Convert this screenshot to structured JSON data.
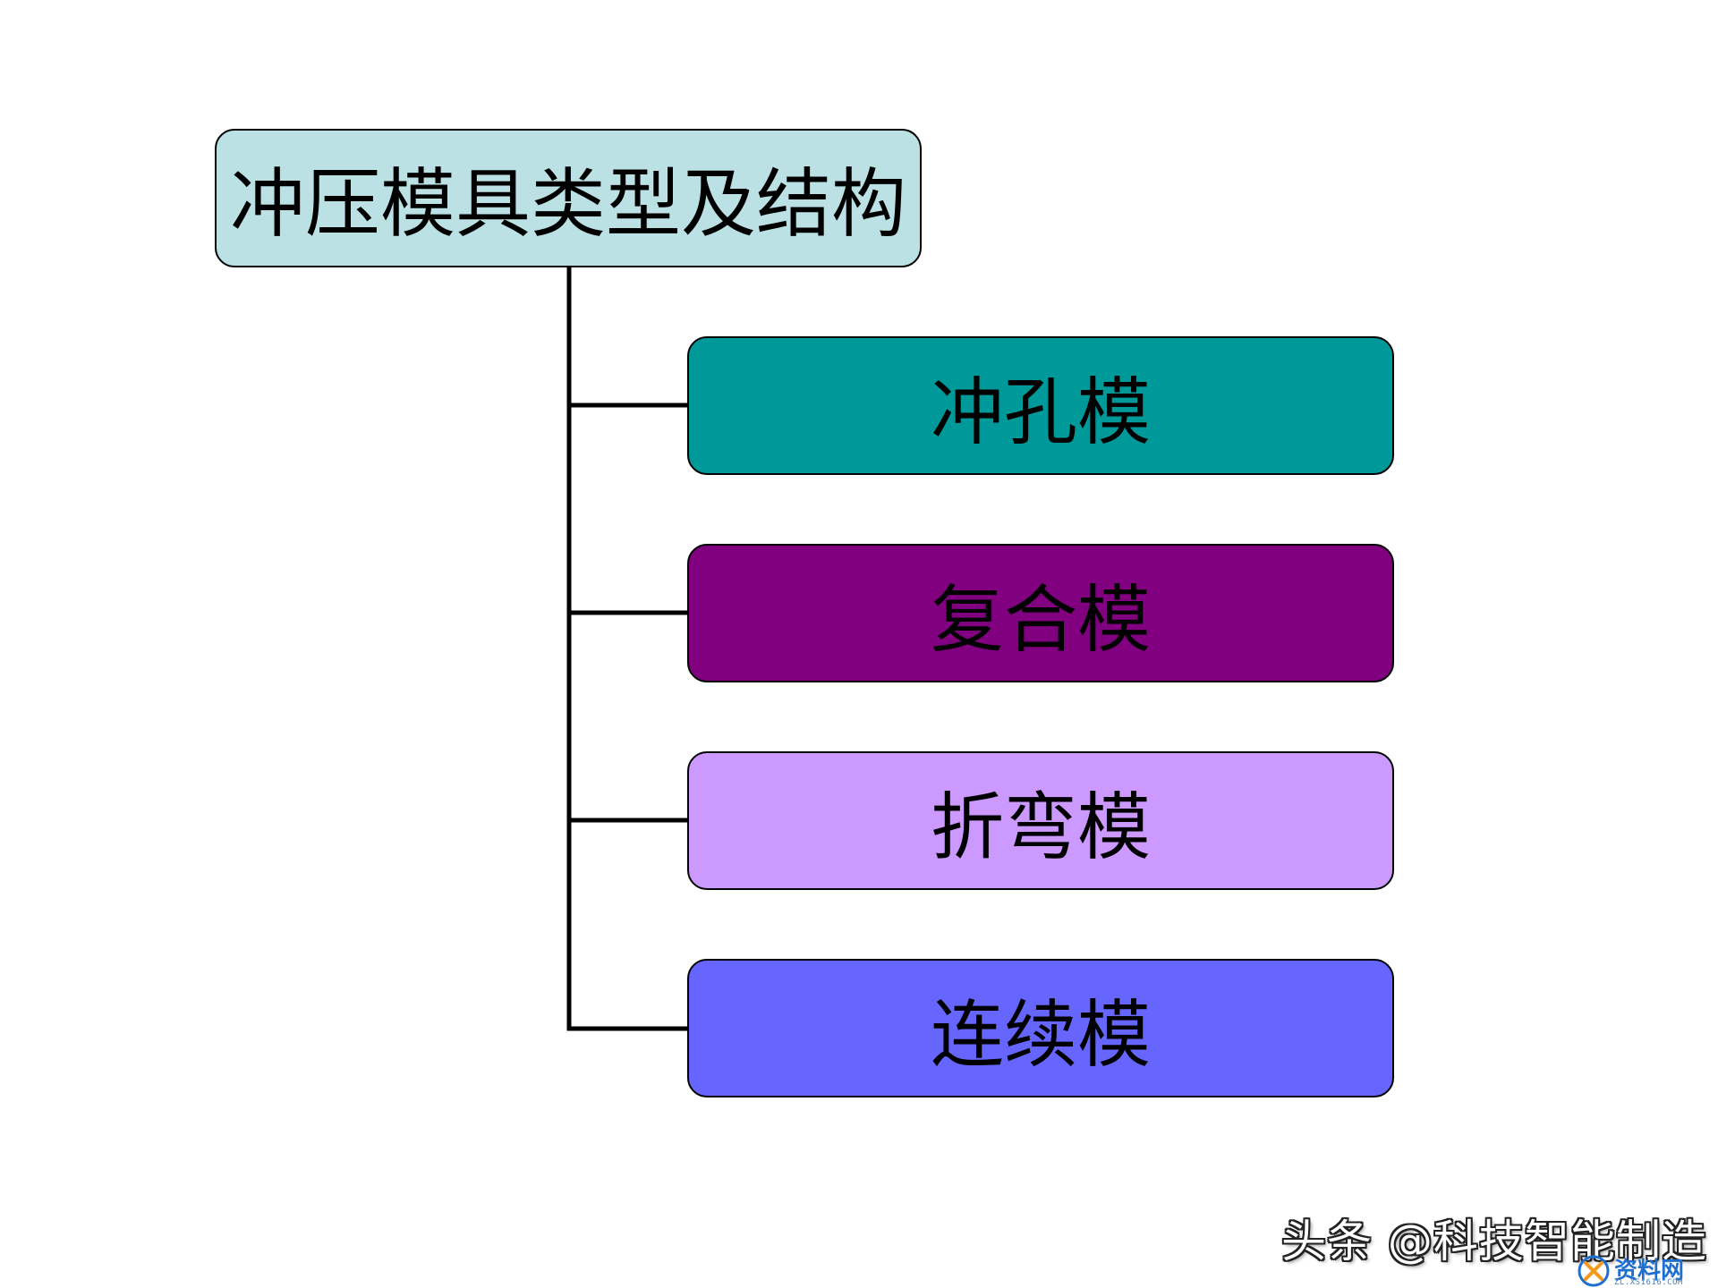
{
  "diagram": {
    "root": {
      "label": "冲压模具类型及结构",
      "color": "#bce1e4"
    },
    "children": [
      {
        "label": "冲孔模",
        "color": "#009999"
      },
      {
        "label": "复合模",
        "color": "#800080"
      },
      {
        "label": "折弯模",
        "color": "#cc99ff"
      },
      {
        "label": "连续模",
        "color": "#6666ff"
      }
    ],
    "connector_color": "#000000"
  },
  "watermark": {
    "text": "头条 @科技智能制造"
  },
  "site_logo": {
    "name": "资料网",
    "url": "ZL.XS1616.COM",
    "icon": "xs-logo-icon"
  }
}
